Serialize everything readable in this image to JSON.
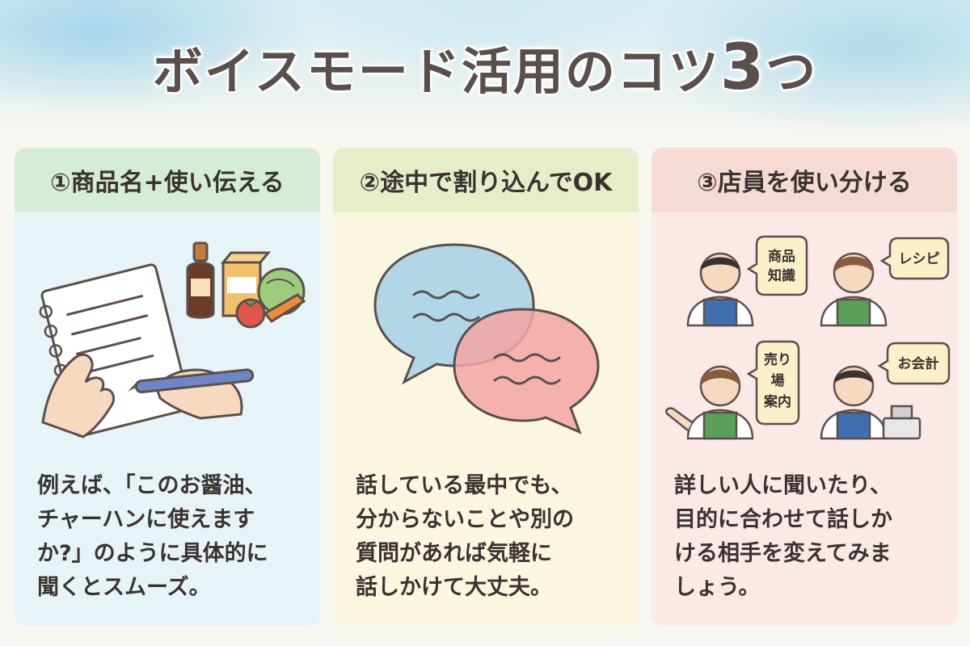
{
  "title": {
    "text": "ボイスモード活用のコツ",
    "number": "3",
    "suffix": "つ"
  },
  "cards": [
    {
      "heading": "①商品名+使い伝える",
      "lines": [
        "例えば、「このお醤油、",
        "チャーハンに使えます",
        "か?」のように具体的に",
        "聞くとスムーズ。"
      ]
    },
    {
      "heading": "②途中で割り込んでOK",
      "lines": [
        "話している最中でも、",
        "分からないことや別の",
        "質問があれば気軽に",
        "話しかけて大丈夫。"
      ]
    },
    {
      "heading": "③店員を使い分ける",
      "lines": [
        "詳しい人に聞いたり、",
        "目的に合わせて話しか",
        "ける相手を変えてみま",
        "しょう。"
      ],
      "staff_bubbles": [
        [
          "商品",
          "知識"
        ],
        [
          "レシピ"
        ],
        [
          "売り",
          "場",
          "案内"
        ],
        [
          "お会計"
        ]
      ]
    }
  ],
  "colors": {
    "title": "#5b4f4c",
    "card1_bg": "#e6f4f7",
    "card2_bg": "#fbf6df",
    "card3_bg": "#fbe9e7",
    "apron_blue": "#3f6fb0",
    "apron_green": "#5aa05a"
  },
  "icons": {
    "card1": "notebook-writing-hand-with-groceries",
    "card2": "overlapping-speech-bubbles",
    "card3": "store-staff-with-role-bubbles"
  }
}
